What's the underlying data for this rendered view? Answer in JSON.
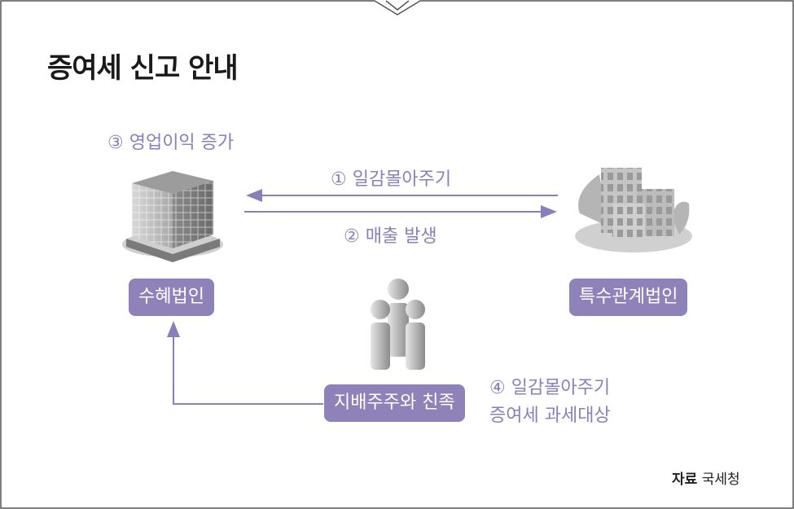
{
  "title": "증여세 신고 안내",
  "notes": {
    "step1": "① 일감몰아주기",
    "step2": "② 매출 발생",
    "step3": "③ 영업이익 증가",
    "step4_line1": "④ 일감몰아주기",
    "step4_line2": "증여세 과세대상"
  },
  "nodes": {
    "beneficiary": "수혜법인",
    "related": "특수관계법인",
    "controller": "지배주주와 친족"
  },
  "source": {
    "label": "자료",
    "value": "국세청"
  },
  "colors": {
    "accent": "#8e82b9",
    "text_accent": "#8a7fb8",
    "frame": "#555555"
  },
  "icons": [
    "office-building-icon",
    "city-buildings-icon",
    "people-group-icon"
  ]
}
